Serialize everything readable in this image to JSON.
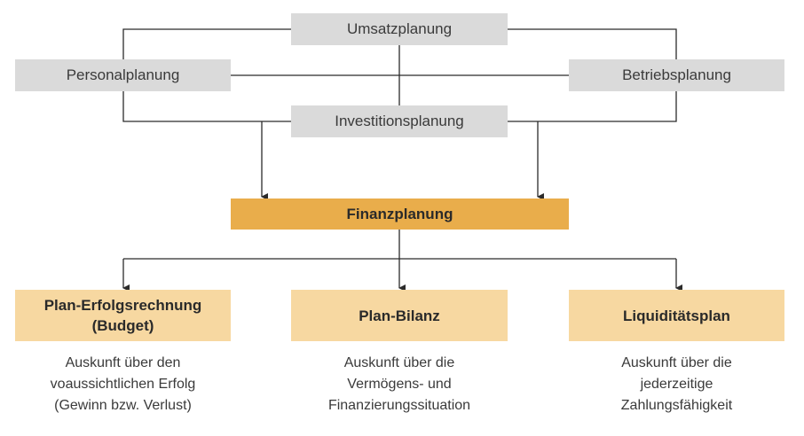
{
  "diagram": {
    "inputs": {
      "sales": "Umsatzplanung",
      "personnel": "Personalplanung",
      "operations": "Betriebsplanung",
      "investment": "Investitionsplanung"
    },
    "center": "Finanzplanung",
    "outputs": [
      {
        "title_lines": [
          "Plan-Erfolgsrechnung",
          "(Budget)"
        ],
        "description_lines": [
          "Auskunft über den",
          "voaussichtlichen Erfolg",
          "(Gewinn bzw. Verlust)"
        ]
      },
      {
        "title_lines": [
          "Plan-Bilanz"
        ],
        "description_lines": [
          "Auskunft über die",
          "Vermögens- und",
          "Finanzierungssituation"
        ]
      },
      {
        "title_lines": [
          "Liquiditätsplan"
        ],
        "description_lines": [
          "Auskunft über die",
          "jederzeitige",
          "Zahlungsfähigkeit"
        ]
      }
    ],
    "colors": {
      "input_box": "#dadada",
      "center_box": "#e9ad4b",
      "output_box": "#f7d8a1",
      "connector": "#2b2b2b"
    }
  }
}
